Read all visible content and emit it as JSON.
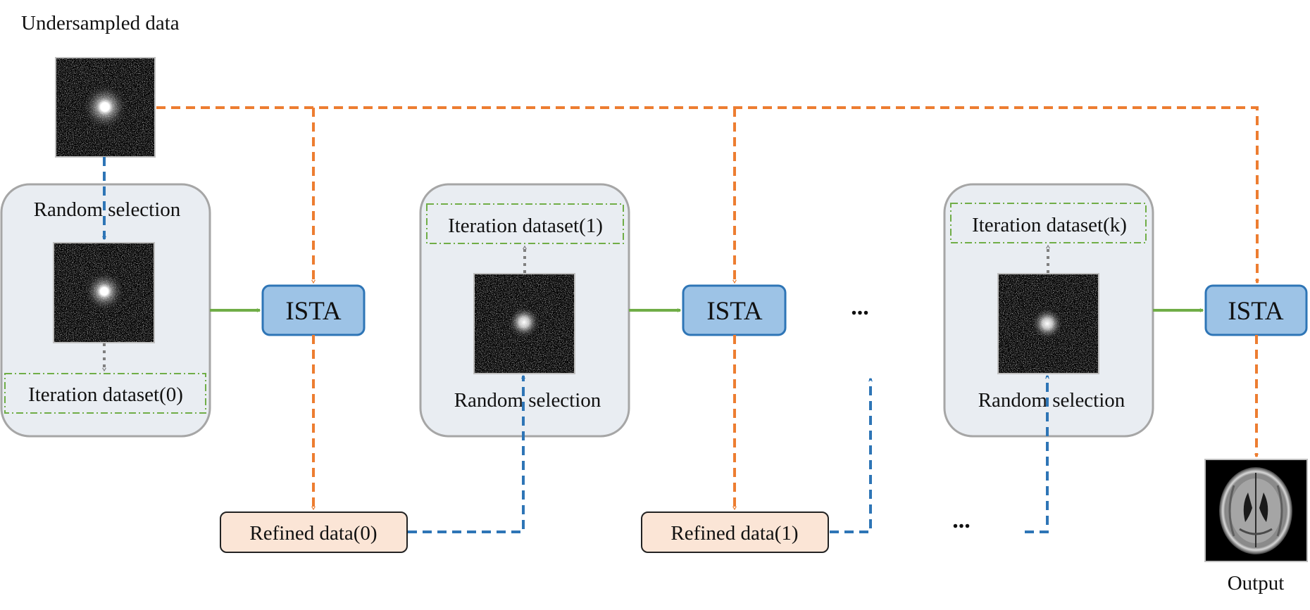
{
  "title": "Undersampled data",
  "panels": [
    {
      "random_selection": "Random selection",
      "iteration_dataset": "Iteration dataset(0)"
    },
    {
      "random_selection": "Random selection",
      "iteration_dataset": "Iteration dataset(1)"
    },
    {
      "random_selection": "Random selection",
      "iteration_dataset": "Iteration dataset(k)"
    }
  ],
  "ista_blocks": [
    "ISTA",
    "ISTA",
    "ISTA"
  ],
  "refined": [
    "Refined data(0)",
    "Refined data(1)"
  ],
  "ellipsis_middle": "...",
  "ellipsis_bottom": "...",
  "output_label": "Output",
  "colors": {
    "orange_flow": "#ED7D31",
    "blue_flow": "#2E75B6",
    "green_flow": "#70AD47",
    "gray_flow": "#7F7F7F",
    "panel_fill": "#E9EDF2",
    "panel_border": "#A6A6A6",
    "ista_fill": "#9DC3E6",
    "ista_border": "#2E75B6",
    "refined_fill": "#FBE5D6",
    "iteration_border": "#70AD47"
  },
  "icons": [
    "kspace-noise-image",
    "brain-mri-image"
  ]
}
